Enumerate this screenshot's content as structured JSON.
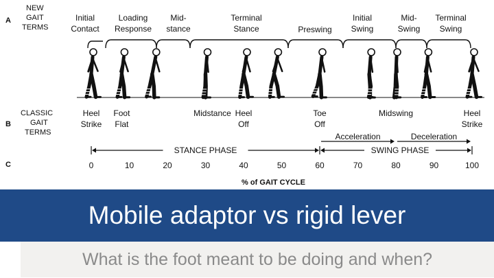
{
  "rows": {
    "a": {
      "letter": "A",
      "label": [
        "NEW",
        "GAIT",
        "TERMS"
      ]
    },
    "b": {
      "letter": "B",
      "label": [
        "CLASSIC",
        "GAIT",
        "TERMS"
      ]
    },
    "c": {
      "letter": "C"
    }
  },
  "new_terms": [
    {
      "lines": [
        "Initial",
        "Contact"
      ]
    },
    {
      "lines": [
        "Loading",
        "Response"
      ]
    },
    {
      "lines": [
        "Mid-",
        "stance"
      ]
    },
    {
      "lines": [
        "Terminal",
        "Stance"
      ]
    },
    {
      "lines": [
        "Preswing"
      ]
    },
    {
      "lines": [
        "Initial",
        "Swing"
      ]
    },
    {
      "lines": [
        "Mid-",
        "Swing"
      ]
    },
    {
      "lines": [
        "Terminal",
        "Swing"
      ]
    }
  ],
  "classic_terms": [
    {
      "lines": [
        "Heel",
        "Strike"
      ],
      "percent": 0
    },
    {
      "lines": [
        "Foot",
        "Flat"
      ],
      "percent": 8
    },
    {
      "lines": [
        "Midstance"
      ],
      "percent": 30
    },
    {
      "lines": [
        "Heel",
        "Off"
      ],
      "percent": 40
    },
    {
      "lines": [
        "Toe",
        "Off"
      ],
      "percent": 60
    },
    {
      "lines": [
        "Midswing"
      ],
      "percent": 80
    },
    {
      "lines": [
        "Heel",
        "Strike"
      ],
      "percent": 100
    }
  ],
  "figures": [
    {
      "percent": 0,
      "pose": "heel-strike"
    },
    {
      "percent": 8,
      "pose": "foot-flat"
    },
    {
      "percent": 16,
      "pose": "loading"
    },
    {
      "percent": 30,
      "pose": "midstance"
    },
    {
      "percent": 40,
      "pose": "heel-off"
    },
    {
      "percent": 48,
      "pose": "preswing"
    },
    {
      "percent": 60,
      "pose": "toe-off"
    },
    {
      "percent": 73,
      "pose": "initial-swing"
    },
    {
      "percent": 80,
      "pose": "midswing"
    },
    {
      "percent": 88,
      "pose": "late-swing"
    },
    {
      "percent": 100,
      "pose": "heel-strike"
    }
  ],
  "phases": {
    "stance": {
      "label": "STANCE PHASE",
      "start": 0,
      "end": 60
    },
    "swing": {
      "label": "SWING PHASE",
      "start": 60,
      "end": 100
    },
    "acceleration": {
      "label": "Acceleration",
      "start": 60,
      "end": 80
    },
    "deceleration": {
      "label": "Deceleration",
      "start": 80,
      "end": 100
    }
  },
  "axis": {
    "ticks": [
      "0",
      "10",
      "20",
      "30",
      "40",
      "50",
      "60",
      "70",
      "80",
      "90",
      "100"
    ],
    "label": "% of GAIT CYCLE"
  },
  "slide": {
    "title": "Mobile adaptor vs rigid lever",
    "subtitle": "What is the foot meant to be doing and when?"
  },
  "colors": {
    "banner": "#1f4a87",
    "banner_text": "#ffffff",
    "subtitle_bg": "#f2f1ef",
    "subtitle_text": "#8a8a8a",
    "ink": "#111111"
  }
}
